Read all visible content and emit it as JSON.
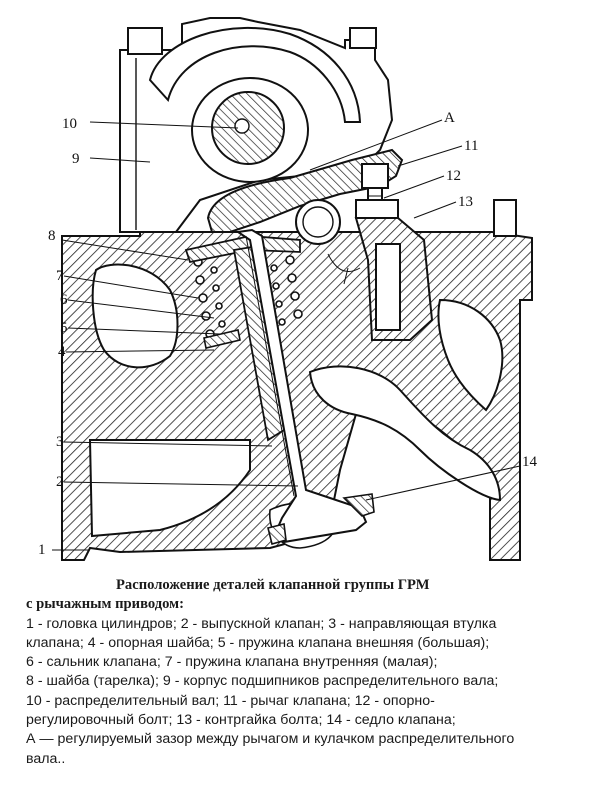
{
  "diagram": {
    "labels": [
      {
        "id": "10",
        "text": "10"
      },
      {
        "id": "9",
        "text": "9"
      },
      {
        "id": "A",
        "text": "А"
      },
      {
        "id": "11",
        "text": "11"
      },
      {
        "id": "12",
        "text": "12"
      },
      {
        "id": "13",
        "text": "13"
      },
      {
        "id": "8",
        "text": "8"
      },
      {
        "id": "7",
        "text": "7"
      },
      {
        "id": "6",
        "text": "6"
      },
      {
        "id": "5",
        "text": "5"
      },
      {
        "id": "4",
        "text": "4"
      },
      {
        "id": "3",
        "text": "3"
      },
      {
        "id": "14",
        "text": "14"
      },
      {
        "id": "2",
        "text": "2"
      },
      {
        "id": "1",
        "text": "1"
      }
    ]
  },
  "caption": {
    "title": "Расположение деталей клапанной группы ГРМ",
    "subtitle": "с рычажным приводом:",
    "lines": [
      "1 - головка цилиндров; 2 - выпускной клапан; 3 - направляющая втулка",
      "клапана; 4 - опорная шайба; 5 - пружина клапана внешняя (большая);",
      "6 - сальник клапана; 7 - пружина клапана внутренняя (малая);",
      "8 - шайба (тарелка); 9 - корпус подшипников распределительного вала;",
      "10 - распределительный вал; 11 - рычаг клапана; 12 - опорно-",
      "регулировочный болт; 13 - контргайка болта; 14 - седло клапана;",
      "А — регулируемый зазор между рычагом и кулачком распределительного",
      "вала.."
    ]
  }
}
